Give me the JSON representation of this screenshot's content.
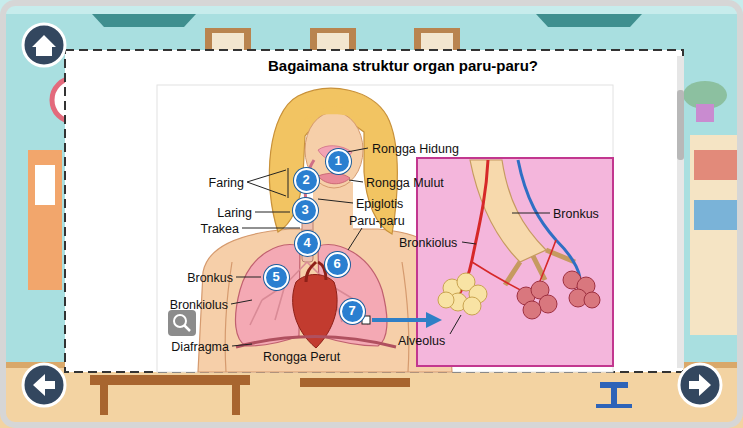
{
  "diagram": {
    "title": "Bagaimana struktur organ paru-paru?",
    "nodes": [
      {
        "text": [
          "1"
        ]
      },
      {
        "text": [
          "2"
        ]
      },
      {
        "text": [
          "3"
        ]
      },
      {
        "text": [
          "4"
        ]
      },
      {
        "text": [
          "5"
        ]
      },
      {
        "text": [
          "6"
        ]
      },
      {
        "text": [
          "7"
        ]
      }
    ],
    "labels": [
      "Rongga Hidung",
      "Faring",
      "Rongga Mulut",
      "Laring",
      "Epiglotis",
      "Trakea",
      "Paru-paru",
      "Bronkus",
      "Bronkiolus",
      "Diafragma",
      "Rongga Perut",
      "Bronkus",
      "Bronkiolus",
      "Alveolus"
    ]
  }
}
